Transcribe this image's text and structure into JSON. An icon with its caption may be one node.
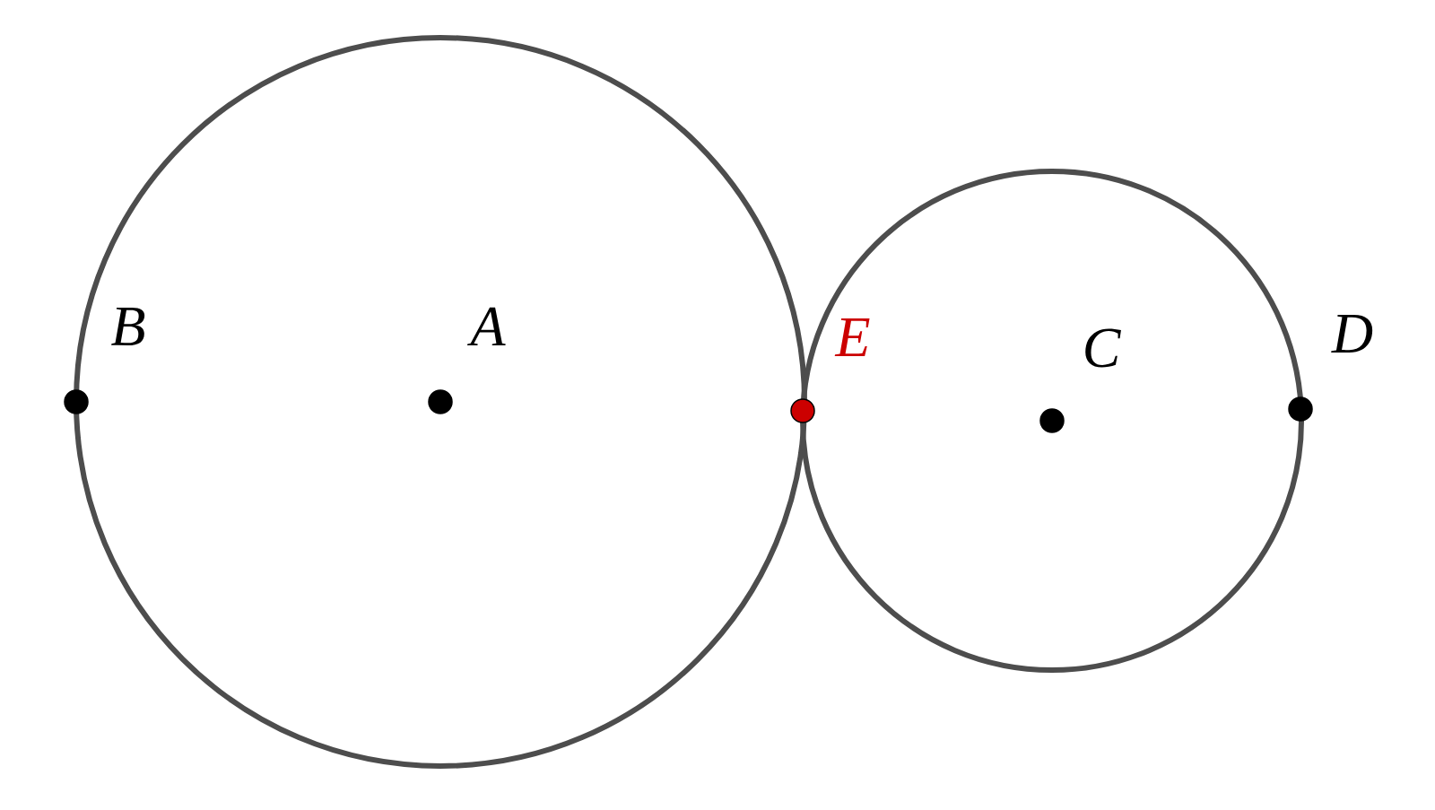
{
  "diagram": {
    "labels": [
      "B",
      "A",
      "E",
      "C",
      "D"
    ]
  }
}
